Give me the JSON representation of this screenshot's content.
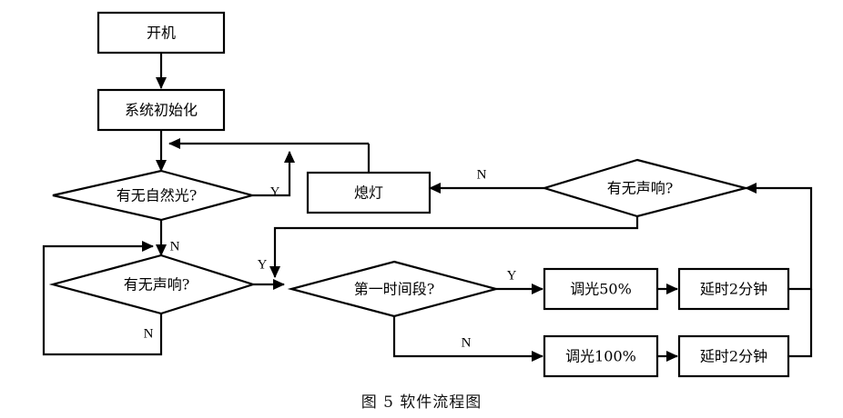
{
  "figure": {
    "caption": "图 5    软件流程图",
    "caption_label": "图 5",
    "caption_title": "软件流程图"
  },
  "diagram": {
    "type": "flowchart",
    "orientation": "top-down",
    "nodes": [
      {
        "id": "start",
        "shape": "process",
        "label": "开机"
      },
      {
        "id": "init",
        "shape": "process",
        "label": "系统初始化"
      },
      {
        "id": "daylight",
        "shape": "decision",
        "label": "有无自然光?"
      },
      {
        "id": "sound_left",
        "shape": "decision",
        "label": "有无声响?"
      },
      {
        "id": "lamp_off",
        "shape": "process",
        "label": "熄灯"
      },
      {
        "id": "sound_right",
        "shape": "decision",
        "label": "有无声响?"
      },
      {
        "id": "period1",
        "shape": "decision",
        "label": "第一时间段?"
      },
      {
        "id": "dim50",
        "shape": "process",
        "label": "调光50%"
      },
      {
        "id": "delay_top",
        "shape": "process",
        "label": "延时2分钟"
      },
      {
        "id": "dim100",
        "shape": "process",
        "label": "调光100%"
      },
      {
        "id": "delay_bot",
        "shape": "process",
        "label": "延时2分钟"
      }
    ],
    "edges": [
      {
        "from": "start",
        "to": "init",
        "label": ""
      },
      {
        "from": "init",
        "to": "daylight",
        "label": ""
      },
      {
        "from": "daylight",
        "to": "top_return",
        "label": "Y"
      },
      {
        "from": "daylight",
        "to": "sound_left",
        "label": "N"
      },
      {
        "from": "sound_left",
        "to": "period1",
        "label": "Y"
      },
      {
        "from": "sound_left",
        "to": "sound_left",
        "label": "N"
      },
      {
        "from": "sound_right",
        "to": "lamp_off",
        "label": "N"
      },
      {
        "from": "sound_right",
        "to": "period1",
        "label": "Y"
      },
      {
        "from": "lamp_off",
        "to": "top_return",
        "label": ""
      },
      {
        "from": "period1",
        "to": "dim50",
        "label": "Y"
      },
      {
        "from": "period1",
        "to": "dim100",
        "label": "N"
      },
      {
        "from": "dim50",
        "to": "delay_top",
        "label": ""
      },
      {
        "from": "dim100",
        "to": "delay_bot",
        "label": ""
      },
      {
        "from": "delay_top",
        "to": "sound_right",
        "label": ""
      },
      {
        "from": "delay_bot",
        "to": "sound_right",
        "label": ""
      }
    ],
    "edge_labels": {
      "daylight_yes": "Y",
      "daylight_no": "N",
      "sound_left_yes": "Y",
      "sound_left_no": "N",
      "sound_right_no": "N",
      "sound_right_yes": "Y",
      "period1_yes": "Y",
      "period1_no": "N"
    },
    "colors": {
      "line": "#000000",
      "fill": "#ffffff",
      "text": "#000000",
      "background": "#ffffff"
    }
  }
}
